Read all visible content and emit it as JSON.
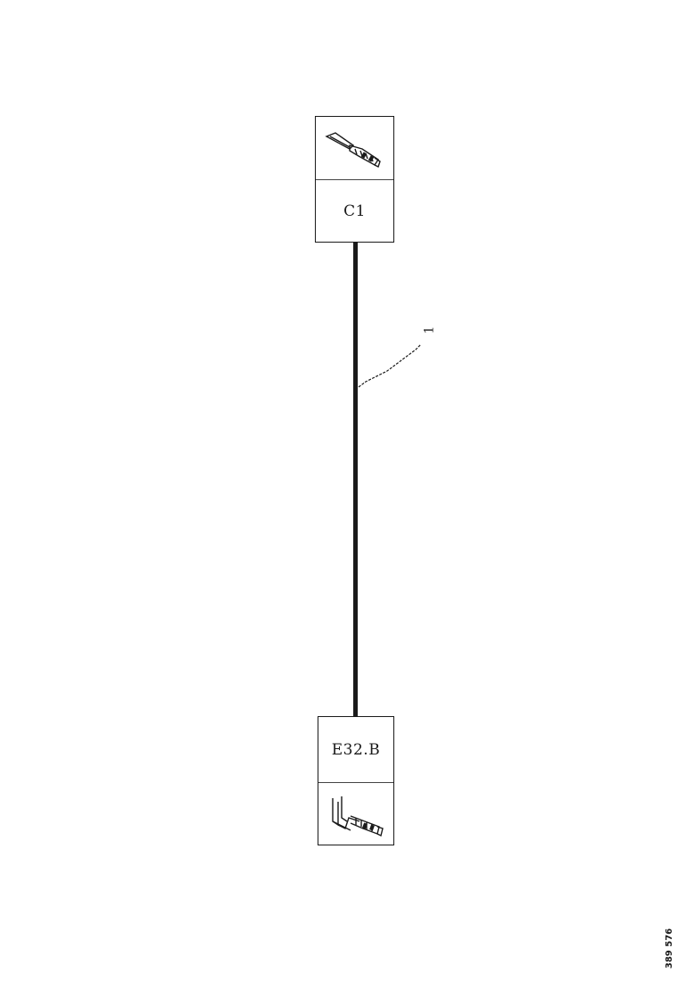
{
  "diagram": {
    "top_connector": {
      "label": "C1",
      "icon": "pin-terminal-icon"
    },
    "bottom_connector": {
      "label": "E32.B",
      "icon": "socket-terminal-icon"
    },
    "wire": {
      "number": "1"
    },
    "reference_number": "389 576",
    "colors": {
      "line": "#1a1a1a",
      "background": "#ffffff"
    }
  }
}
